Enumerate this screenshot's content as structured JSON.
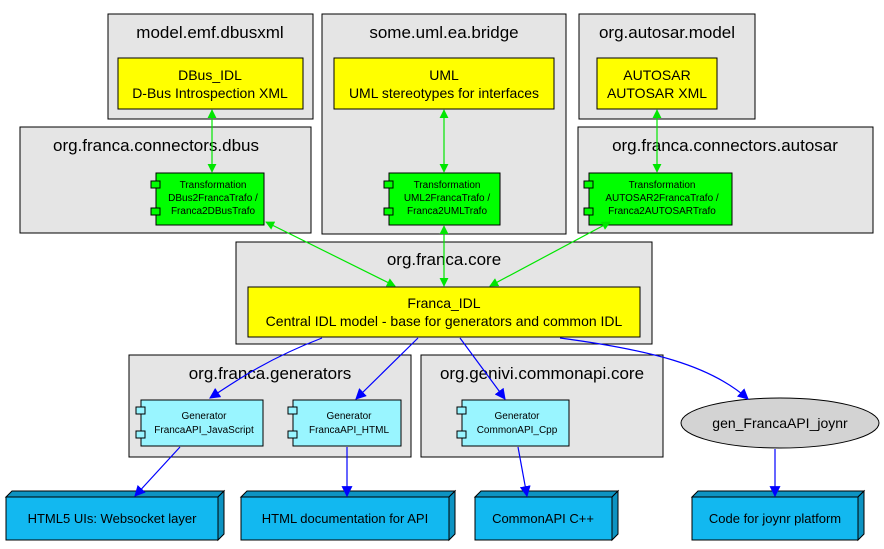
{
  "packages": {
    "dbusxml": "model.emf.dbusxml",
    "uml": "some.uml.ea.bridge",
    "autosar_model": "org.autosar.model",
    "conn_dbus": "org.franca.connectors.dbus",
    "conn_autosar": "org.franca.connectors.autosar",
    "core": "org.franca.core",
    "generators": "org.franca.generators",
    "commonapi": "org.genivi.commonapi.core"
  },
  "models": {
    "dbus": [
      "DBus_IDL",
      "D-Bus Introspection XML"
    ],
    "uml": [
      "UML",
      "UML stereotypes for interfaces"
    ],
    "autosar": [
      "AUTOSAR",
      "AUTOSAR XML"
    ],
    "franca": [
      "Franca_IDL",
      "Central IDL model - base for generators and common IDL"
    ]
  },
  "components": {
    "dbus_trafo": [
      "Transformation",
      "DBus2FrancaTrafo /",
      "Franca2DBusTrafo"
    ],
    "uml_trafo": [
      "Transformation",
      "UML2FrancaTrafo /",
      "Franca2UMLTrafo"
    ],
    "autosar_trafo": [
      "Transformation",
      "AUTOSAR2FrancaTrafo /",
      "Franca2AUTOSARTrafo"
    ],
    "gen_js": [
      "Generator",
      "FrancaAPI_JavaScript"
    ],
    "gen_html": [
      "Generator",
      "FrancaAPI_HTML"
    ],
    "gen_cpp": [
      "Generator",
      "CommonAPI_Cpp"
    ]
  },
  "joynr_node": "gen_FrancaAPI_joynr",
  "outputs": {
    "html5": "HTML5 UIs: Websocket layer",
    "htmldoc": "HTML documentation for API",
    "cpp": "CommonAPI C++",
    "joynr": "Code for joynr platform"
  },
  "colors": {
    "package": "#e5e5e5",
    "model": "#ffff00",
    "transformation": "#00ff00",
    "generator": "#99f5ff",
    "output": "#12b8f0",
    "green_edge": "#00e600",
    "blue_edge": "#0000ff",
    "ellipse": "#d3d3d3"
  }
}
